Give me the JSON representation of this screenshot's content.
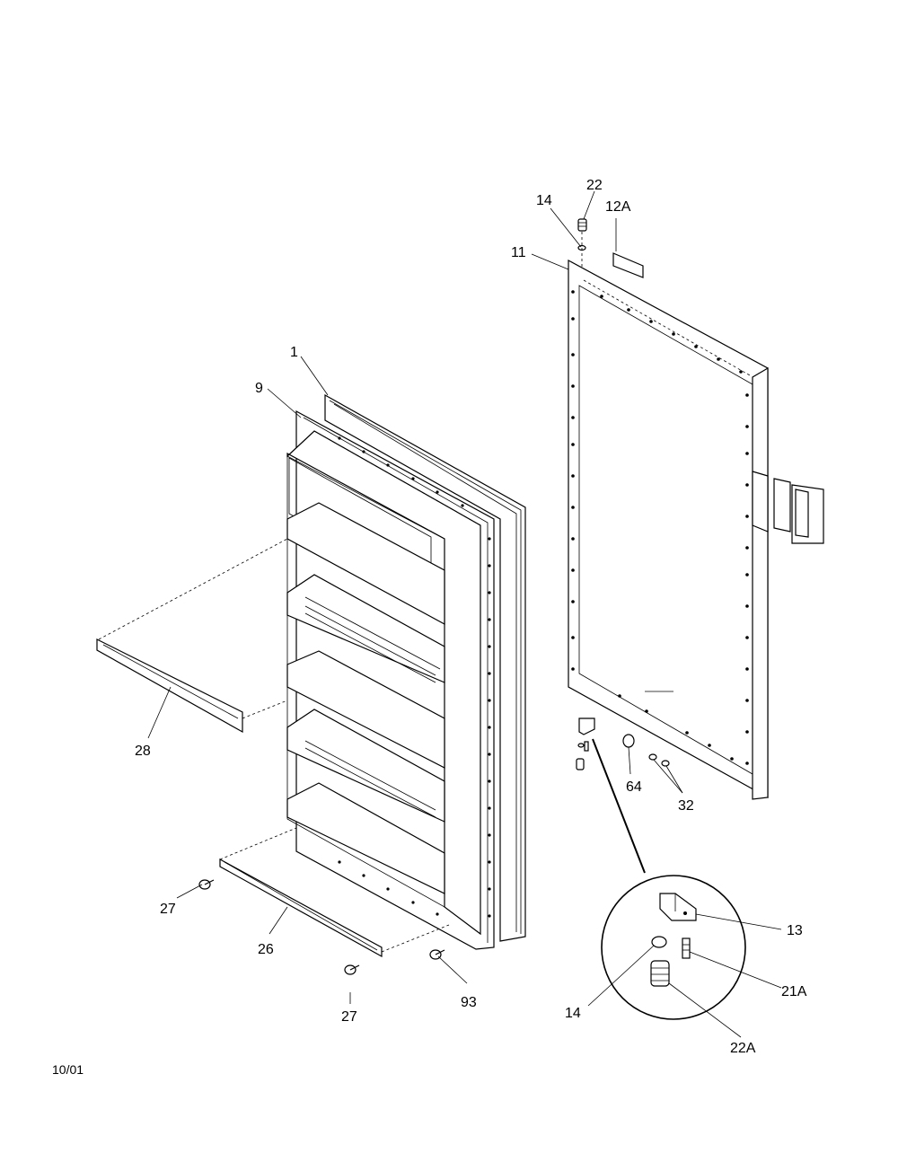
{
  "date_code": "10/01",
  "callouts": {
    "c1": "1",
    "c9": "9",
    "c11": "11",
    "c12a": "12A",
    "c13": "13",
    "c14_top": "14",
    "c14_detail": "14",
    "c21a": "21A",
    "c22_top": "22",
    "c22a": "22A",
    "c26": "26",
    "c27_left": "27",
    "c27_bottom": "27",
    "c28": "28",
    "c32": "32",
    "c64": "64",
    "c93": "93"
  }
}
